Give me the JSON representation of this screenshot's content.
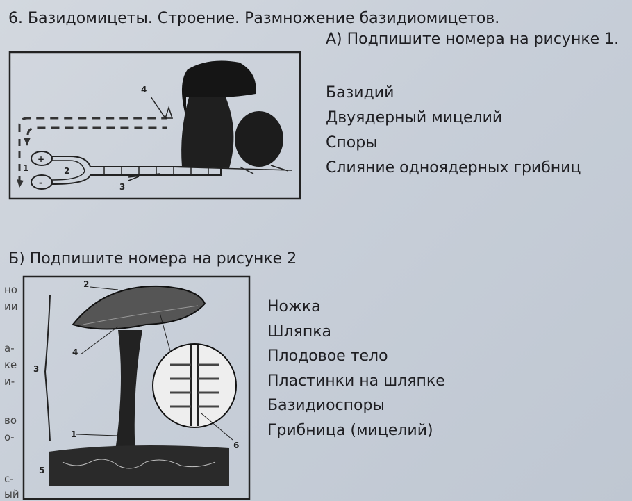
{
  "title": "6.  Базидомицеты. Строение. Размножение базидиомицетов.",
  "part_a": {
    "question": "А) Подпишите номера на рисунке 1.",
    "terms": [
      "Базидий",
      "Двуядерный мицелий",
      "Споры",
      "Слияние одноядерных грибниц"
    ],
    "figure_labels": [
      "1",
      "2",
      "3",
      "4"
    ],
    "plus": "+",
    "minus": "-"
  },
  "part_b": {
    "question": "Б) Подпишите номера на рисунке 2",
    "terms": [
      "Ножка",
      "Шляпка",
      "Плодовое тело",
      "Пластинки на шляпке",
      "Базидиоспоры",
      "Грибница (мицелий)"
    ],
    "figure_labels": [
      "1",
      "2",
      "3",
      "4",
      "5",
      "6"
    ]
  },
  "margin_fragments": [
    "но",
    "ии",
    "а-",
    "ке",
    "и-",
    "во",
    "о-",
    "с-",
    "ый"
  ]
}
